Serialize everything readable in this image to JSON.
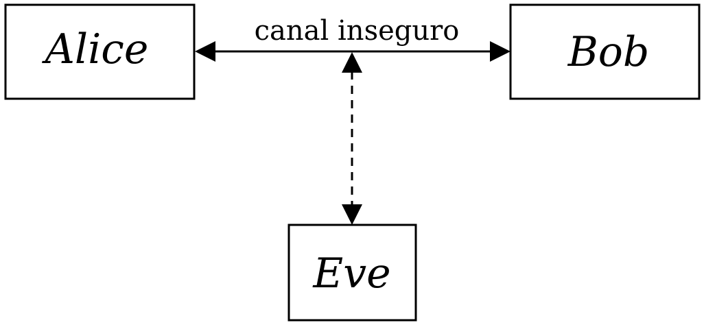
{
  "nodes": {
    "alice": "Alice",
    "bob": "Bob",
    "eve": "Eve"
  },
  "edges": {
    "channel_label": "canal inseguro"
  }
}
